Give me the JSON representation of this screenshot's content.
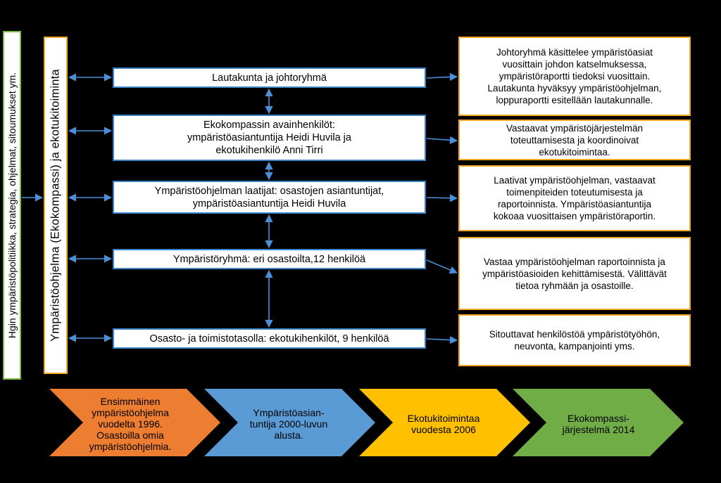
{
  "side_labels": {
    "outer": "Hgin ympäristöpolitiikka, strategia, ohjelmat, sitoumukset ym.",
    "inner": "Ympäristöohjelma (Ekokompassi) ja ekotukitoiminta"
  },
  "center_boxes": [
    "Lautakunta ja johtoryhmä",
    "Ekokompassin avainhenkilöt:\nympäristöasiantuntija Heidi Huvila ja\nekotukihenkilö Anni Tirri",
    "Ympäristöohjelman laatijat: osastojen asiantuntijat,\nympäristöasiantuntija Heidi Huvila",
    "Ympäristöryhmä: eri osastoilta,12 henkilöä",
    "Osasto- ja toimistotasolla:  ekotukihenkilöt, 9 henkilöä"
  ],
  "right_boxes": [
    "Johtoryhmä käsittelee ympäristöasiat\nvuosittain johdon katselmuksessa,\nympäristöraportti tiedoksi vuosittain.\nLautakunta hyväksyy ympäristöohjelman,\nloppuraportti esitellään lautakunnalle.",
    "Vastaavat ympäristöjärjestelmän\ntoteuttamisesta ja koordinoivat\nekotukitoimintaa.",
    "Laativat ympäristöohjelman, vastaavat\ntoimenpiteiden toteutumisesta ja\nraportoinnista. Ympäristöasiantuntija\nkokoaa vuosittaisen ympäristöraportin.",
    "Vastaa ympäristöohjelman raportoinnista ja\nympäristöasioiden kehittämisestä. Välittävät\ntietoa ryhmään ja osastoille.",
    "Sitouttavat henkilöstöä ympäristötyöhön,\nneuvonta,  kampanjointi yms."
  ],
  "timeline": [
    {
      "label": "Ensimmäinen\nympäristöohjelma\nvuodelta 1996.\nOsastoilla omia\nympäristöohjelmia.",
      "color": "#ed7d31"
    },
    {
      "label": "Ympäristöasian-\ntuntija 2000-luvun\nalusta.",
      "color": "#5b9bd5"
    },
    {
      "label": "Ekotukitoimintaa\nvuodesta 2006",
      "color": "#ffc000"
    },
    {
      "label": "Ekokompassi-\njärjestelmä 2014",
      "color": "#70ad47"
    }
  ],
  "colors": {
    "background": "#000000",
    "arrow": "#4a90d9",
    "center_border": "#3c84c7",
    "right_border": "#f5a623",
    "outer_border": "#7fba42"
  }
}
